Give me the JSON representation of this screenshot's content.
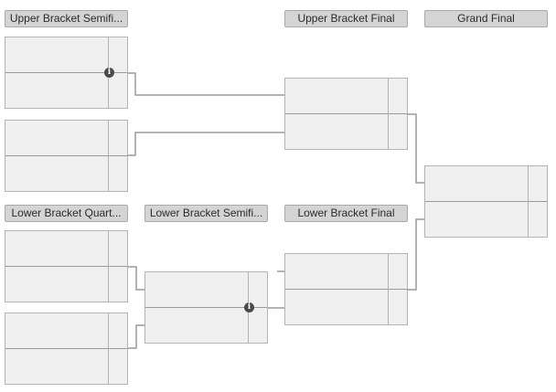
{
  "rounds": {
    "upper_semifinal": "Upper Bracket Semifi...",
    "upper_final": "Upper Bracket Final",
    "grand_final": "Grand Final",
    "lower_quarterfinal": "Lower Bracket Quart...",
    "lower_semifinal": "Lower Bracket Semifi...",
    "lower_final": "Lower Bracket Final"
  },
  "icons": {
    "match_info": "info-icon",
    "match_info_glyph": "i"
  },
  "colors": {
    "header_bg": "#d4d4d4",
    "match_bg": "#f0f0f0",
    "connector": "#999999"
  }
}
